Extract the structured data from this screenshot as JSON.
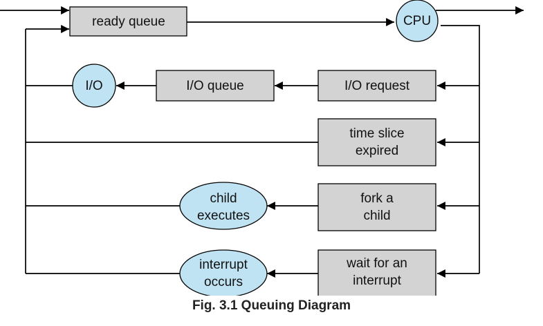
{
  "diagram": {
    "nodes": {
      "ready_queue": "ready queue",
      "cpu": "CPU",
      "io_device": "I/O",
      "io_queue": "I/O queue",
      "io_request": "I/O request",
      "time_slice": [
        "time slice",
        "expired"
      ],
      "fork_child": [
        "fork a",
        "child"
      ],
      "child_executes": [
        "child",
        "executes"
      ],
      "wait_interrupt": [
        "wait for an",
        "interrupt"
      ],
      "interrupt_occurs": [
        "interrupt",
        "occurs"
      ]
    },
    "colors": {
      "queue_box": "#d3d3d3",
      "event_ellipse": "#bfe3f3",
      "stroke": "#000000"
    }
  },
  "caption": "Fig. 3.1 Queuing Diagram"
}
